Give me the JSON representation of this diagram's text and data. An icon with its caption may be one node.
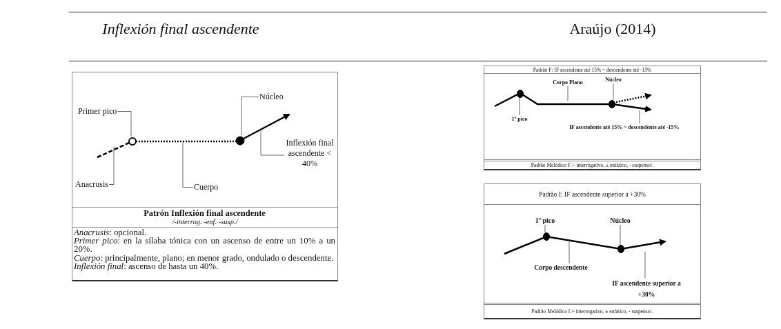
{
  "diagram": {
    "nodes": [
      {
        "text": [
          "Patrón Inflexión final ascendente",
          "/-interrog. -enf. -susp./",
          "*Anacrusis*: opcional.",
          "*Primer pico*: en la sílaba tónica con un ascenso de entre un 10% a un 20%.",
          "*Cuerpo*: principalmente, plano; en menor grado, ondulado o descendente.",
          "*Inflexión final*: ascenso de hasta un 40%."
        ]
      },
      {
        "text": [
          "Primer pico"
        ],
        "in": 0
      },
      {
        "text": [
          "Núcleo"
        ],
        "in": 0
      },
      {
        "text": [
          "Inflexión final ascendente < 40%"
        ],
        "in": 0
      },
      {
        "text": [
          "Anacrusis"
        ],
        "in": 0
      },
      {
        "text": [
          "Cuerpo"
        ],
        "in": 0
      },
      {
        "text": [
          "Padrão F: IF ascendente até 15% ~ descendente até -15%",
          "Padrão Melódico F /- interrogativo, ± enfático, - suspenso/."
        ]
      },
      {
        "text": [
          "Núcleo"
        ],
        "in": 6
      },
      {
        "text": [
          "Corpo Plano"
        ],
        "in": 6
      },
      {
        "text": [
          "1º pico"
        ],
        "in": 6
      },
      {
        "text": [
          "IF ascendente até 15% ~ descendente até -15%"
        ],
        "in": 6
      },
      {
        "text": [
          "Padrão I: IF ascendente superior a +30%",
          "Padrão Melódico I /- interrogativo, ± enfático, - suspenso/."
        ]
      },
      {
        "text": [
          "1º pico"
        ],
        "in": 11
      },
      {
        "text": [
          "Núcleo"
        ],
        "in": 11
      },
      {
        "text": [
          "Corpo descendente"
        ],
        "in": 11
      },
      {
        "text": [
          "IF ascendente superior a +30%"
        ],
        "in": 11
      },
      {
        "text": [],
        "shape": "picture",
        "in": 0
      },
      {
        "text": [],
        "shape": "picture",
        "in": 6
      },
      {
        "text": [],
        "shape": "picture",
        "in": 11
      }
    ],
    "edges": [
      {
        "from": 1,
        "to": 16,
        "arrow": "none"
      },
      {
        "from": 2,
        "to": 16,
        "arrow": "none"
      },
      {
        "from": 3,
        "to": 16,
        "arrow": "none"
      },
      {
        "from": 4,
        "to": 16,
        "arrow": "none"
      },
      {
        "from": 5,
        "to": 16,
        "arrow": "none"
      },
      {
        "from": 7,
        "to": 17,
        "arrow": "none"
      },
      {
        "from": 8,
        "to": 17,
        "arrow": "none"
      },
      {
        "from": 9,
        "to": 17,
        "arrow": "none"
      },
      {
        "from": 10,
        "to": 17,
        "arrow": "none"
      },
      {
        "from": 12,
        "to": 18,
        "arrow": "none"
      },
      {
        "from": 13,
        "to": 18,
        "arrow": "none"
      },
      {
        "from": 14,
        "to": 18,
        "arrow": "none"
      },
      {
        "from": 15,
        "to": 18,
        "arrow": "none"
      }
    ],
    "labels": [
      "Inflexión final ascendente",
      "Araújo (2014)"
    ]
  }
}
